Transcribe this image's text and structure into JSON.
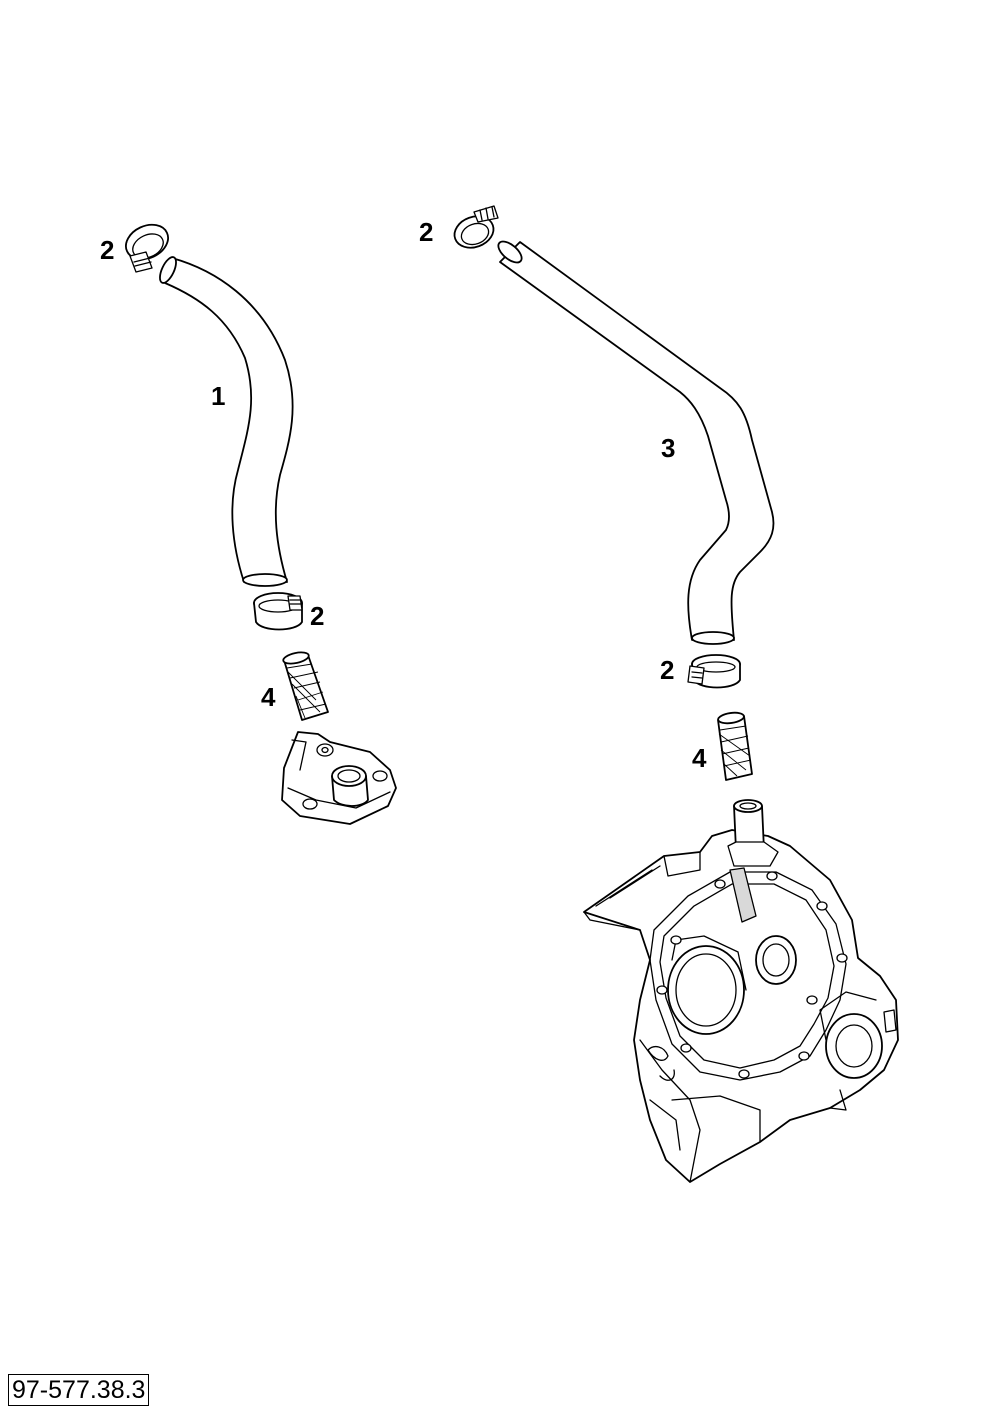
{
  "drawing_number": "97-577.38.3",
  "callouts": {
    "hose_left": "1",
    "clamp_left_top": "2",
    "clamp_left_bottom": "2",
    "sleeve_left": "4",
    "clamp_right_top": "2",
    "hose_right": "3",
    "clamp_right_bottom": "2",
    "sleeve_right": "4"
  },
  "colors": {
    "line": "#000000",
    "background": "#ffffff"
  }
}
